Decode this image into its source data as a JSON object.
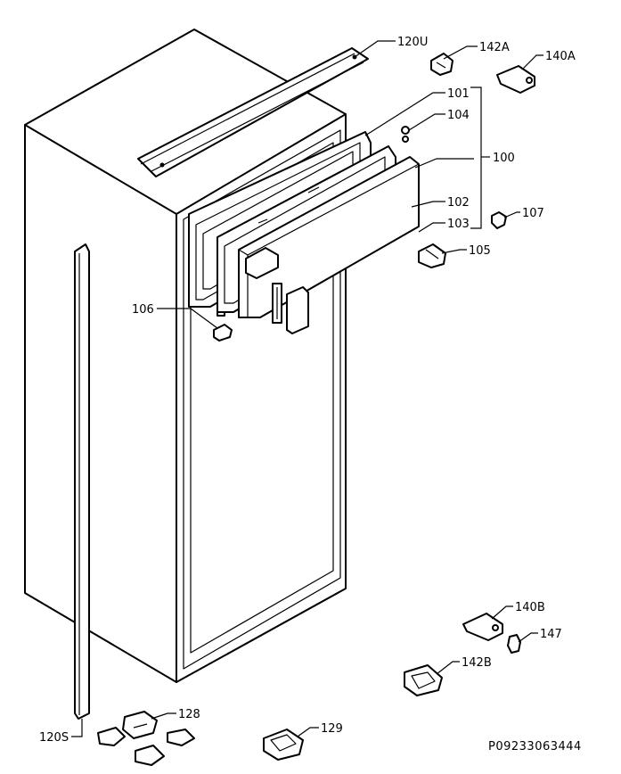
{
  "labels": {
    "l120u": "120U",
    "l142a": "142A",
    "l140a": "140A",
    "l101": "101",
    "l104": "104",
    "l100": "100",
    "l102": "102",
    "l103": "103",
    "l107": "107",
    "l105": "105",
    "l106": "106",
    "l140b": "140B",
    "l147": "147",
    "l142b": "142B",
    "l128": "128",
    "l129": "129",
    "l120s": "120S"
  },
  "reference_code": "P09233063444"
}
